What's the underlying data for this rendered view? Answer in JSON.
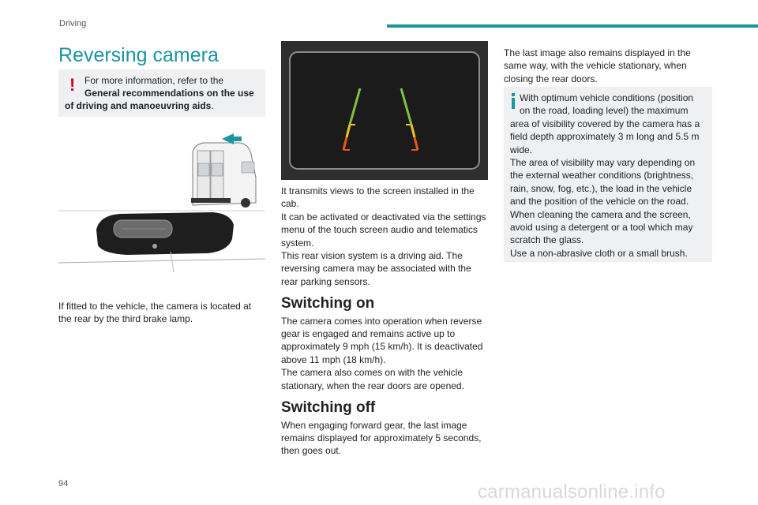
{
  "header": {
    "section": "Driving"
  },
  "footer": {
    "page_number": "94",
    "watermark": "carmanualsonline.info"
  },
  "left": {
    "title": "Reversing camera",
    "warning_lines": [
      "For more information, refer to the",
      "General recommendations on the use",
      "of driving and manoeuvring aids"
    ],
    "warning_period": ".",
    "caption_lines": [
      "If fitted to the vehicle, the camera is located at",
      "the rear by the third brake lamp."
    ]
  },
  "middle": {
    "intro_lines": [
      "It transmits views to the screen installed in the",
      "cab.",
      "It can be activated or deactivated via the settings",
      "menu of the touch screen audio and telematics",
      "system.",
      "This rear vision system is a driving aid. The",
      "reversing camera may be associated with the",
      "rear parking sensors."
    ],
    "switching_on": {
      "heading": "Switching on",
      "lines": [
        "The camera comes into operation when reverse",
        "gear is engaged and remains active up to",
        "approximately 9 mph (15 km/h). It is deactivated",
        "above 11 mph (18 km/h).",
        "The camera also comes on with the vehicle",
        "stationary, when the rear doors are opened."
      ]
    },
    "switching_off": {
      "heading": "Switching off",
      "lines": [
        "When engaging forward gear, the last image",
        "remains displayed for approximately 5 seconds,",
        "then goes out."
      ]
    }
  },
  "right": {
    "intro_lines": [
      "The last image also remains displayed in the",
      "same way, with the vehicle stationary, when",
      "closing the rear doors."
    ],
    "info_lines": [
      "With optimum vehicle conditions (position",
      "on the road, loading level) the maximum",
      "area of visibility covered by the camera has a",
      "field depth approximately 3 m long and 5.5 m",
      "wide.",
      "The area of visibility may vary depending on",
      "the external weather conditions (brightness,",
      "rain, snow, fog, etc.), the load in the vehicle",
      "and the position of the vehicle on the road.",
      "When cleaning the camera and the screen,",
      "avoid using a detergent or a tool which may",
      "scratch the glass.",
      "Use a non-abrasive cloth or a small brush."
    ]
  },
  "colors": {
    "accent": "#1c95a0",
    "warning": "#d6001c",
    "note_bg": "#eef0f2"
  },
  "icons": {
    "warning": "exclamation-icon",
    "info": "info-icon"
  }
}
